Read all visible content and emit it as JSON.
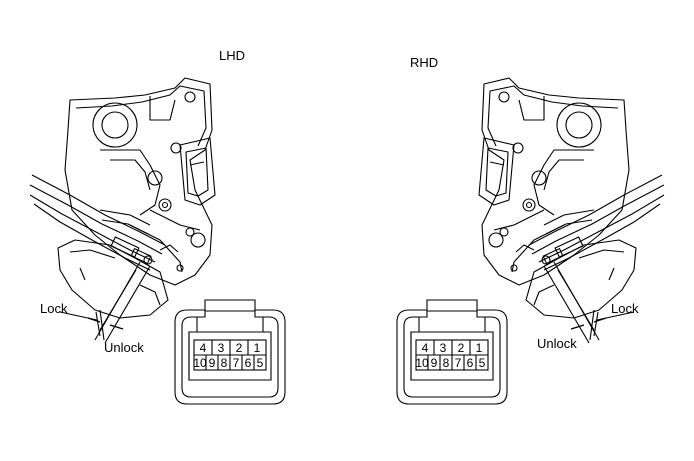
{
  "lhd": {
    "title": "LHD",
    "lock_label": "Lock",
    "unlock_label": "Unlock",
    "connector": {
      "top_pins": [
        "4",
        "3",
        "2",
        "1"
      ],
      "bottom_pins": [
        "10",
        "9",
        "8",
        "7",
        "6",
        "5"
      ]
    }
  },
  "rhd": {
    "title": "RHD",
    "lock_label": "Lock",
    "unlock_label": "Unlock",
    "connector": {
      "top_pins": [
        "4",
        "3",
        "2",
        "1"
      ],
      "bottom_pins": [
        "10",
        "9",
        "8",
        "7",
        "6",
        "5"
      ]
    }
  }
}
